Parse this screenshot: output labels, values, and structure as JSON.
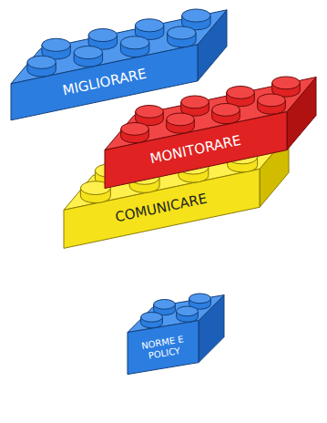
{
  "diagram": {
    "nodes": [
      {
        "text": [
          "MIGLIORARE"
        ]
      },
      {
        "text": [
          "MONITORARE"
        ]
      },
      {
        "text": [
          "COMUNICARE"
        ]
      },
      {
        "text": [
          "NORME E POLICY"
        ]
      }
    ]
  }
}
